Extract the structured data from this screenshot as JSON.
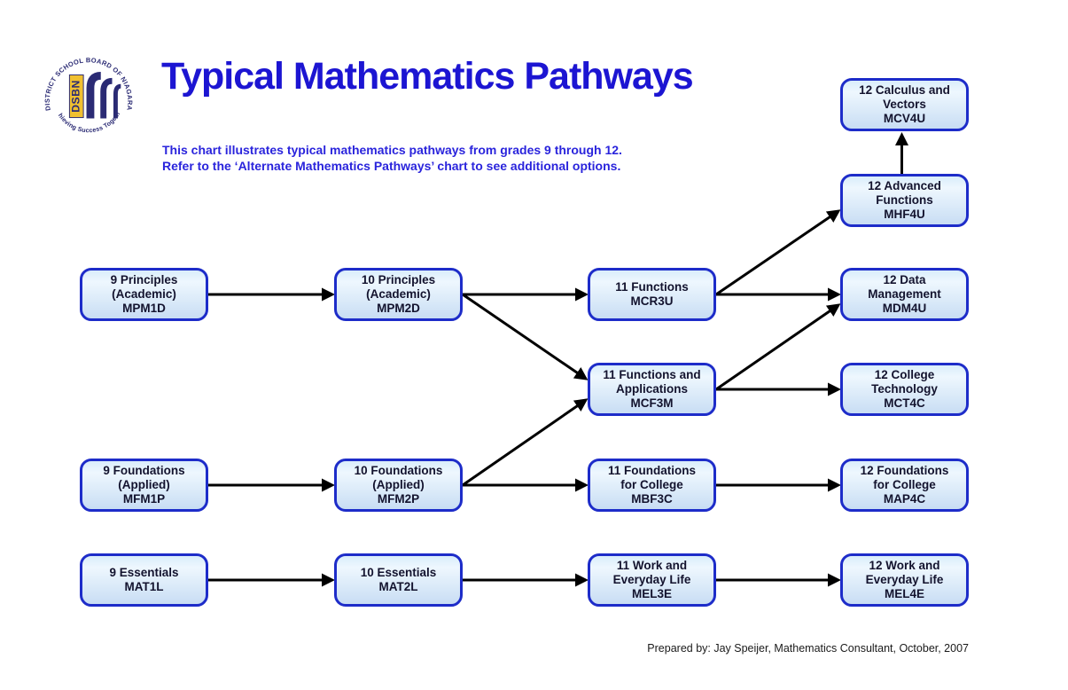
{
  "header": {
    "title": "Typical Mathematics Pathways",
    "subtitle_line1": "This chart illustrates typical mathematics pathways from grades 9 through 12.",
    "subtitle_line2": "Refer to the ‘Alternate Mathematics Pathways’ chart to see additional options."
  },
  "logo": {
    "board_name": "DISTRICT SCHOOL BOARD OF NIAGARA",
    "acronym": "DSBN",
    "tagline": "Achieving Success Together",
    "navy": "#2b2b74",
    "gold": "#f0c030"
  },
  "footer": {
    "credit": "Prepared by: Jay Speijer, Mathematics Consultant, October, 2007"
  },
  "colors": {
    "title_blue": "#1c15d2",
    "subtitle_blue": "#2a24dc",
    "box_border_blue": "#1d2cc9",
    "box_fill_light": "#eef7fe",
    "box_fill_dark": "#c8ddf4",
    "box_text": "#13132e",
    "arrow": "#000000"
  },
  "diagram": {
    "nodes": [
      {
        "id": "MPM1D",
        "lines": [
          "9 Principles",
          "(Academic)",
          "MPM1D"
        ]
      },
      {
        "id": "MFM1P",
        "lines": [
          "9 Foundations",
          "(Applied)",
          "MFM1P"
        ]
      },
      {
        "id": "MAT1L",
        "lines": [
          "9 Essentials",
          "MAT1L"
        ]
      },
      {
        "id": "MPM2D",
        "lines": [
          "10 Principles",
          "(Academic)",
          "MPM2D"
        ]
      },
      {
        "id": "MFM2P",
        "lines": [
          "10 Foundations",
          "(Applied)",
          "MFM2P"
        ]
      },
      {
        "id": "MAT2L",
        "lines": [
          "10 Essentials",
          "MAT2L"
        ]
      },
      {
        "id": "MCR3U",
        "lines": [
          "11 Functions",
          "MCR3U"
        ]
      },
      {
        "id": "MCF3M",
        "lines": [
          "11 Functions and",
          "Applications",
          "MCF3M"
        ]
      },
      {
        "id": "MBF3C",
        "lines": [
          "11 Foundations",
          "for College",
          "MBF3C"
        ]
      },
      {
        "id": "MEL3E",
        "lines": [
          "11 Work and",
          "Everyday Life",
          "MEL3E"
        ]
      },
      {
        "id": "MCV4U",
        "lines": [
          "12 Calculus and",
          "Vectors",
          "MCV4U"
        ]
      },
      {
        "id": "MHF4U",
        "lines": [
          "12 Advanced",
          "Functions",
          "MHF4U"
        ]
      },
      {
        "id": "MDM4U",
        "lines": [
          "12 Data",
          "Management",
          "MDM4U"
        ]
      },
      {
        "id": "MCT4C",
        "lines": [
          "12 College",
          "Technology",
          "MCT4C"
        ]
      },
      {
        "id": "MAP4C",
        "lines": [
          "12 Foundations",
          "for College",
          "MAP4C"
        ]
      },
      {
        "id": "MEL4E",
        "lines": [
          "12 Work and",
          "Everyday Life",
          "MEL4E"
        ]
      }
    ],
    "edges": [
      {
        "from": "MPM1D",
        "to": "MPM2D"
      },
      {
        "from": "MFM1P",
        "to": "MFM2P"
      },
      {
        "from": "MAT1L",
        "to": "MAT2L"
      },
      {
        "from": "MPM2D",
        "to": "MCR3U"
      },
      {
        "from": "MPM2D",
        "to": "MCF3M"
      },
      {
        "from": "MFM2P",
        "to": "MCF3M"
      },
      {
        "from": "MFM2P",
        "to": "MBF3C"
      },
      {
        "from": "MAT2L",
        "to": "MEL3E"
      },
      {
        "from": "MCR3U",
        "to": "MHF4U"
      },
      {
        "from": "MCR3U",
        "to": "MDM4U"
      },
      {
        "from": "MCF3M",
        "to": "MDM4U"
      },
      {
        "from": "MCF3M",
        "to": "MCT4C"
      },
      {
        "from": "MBF3C",
        "to": "MAP4C"
      },
      {
        "from": "MEL3E",
        "to": "MEL4E"
      },
      {
        "from": "MHF4U",
        "to": "MCV4U"
      }
    ]
  }
}
